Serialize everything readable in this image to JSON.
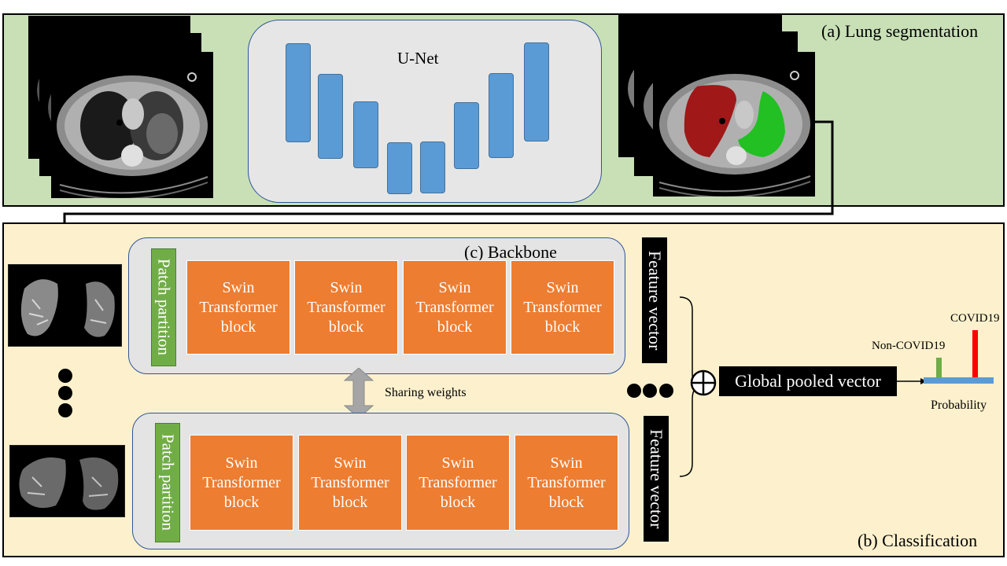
{
  "panels": {
    "segmentation": "(a)  Lung segmentation",
    "classification": "(b) Classification",
    "backbone": "(c) Backbone"
  },
  "unet": {
    "label": "U-Net"
  },
  "blocks": {
    "patch_partition": "Patch partition",
    "swin_block": "Swin\nTransformer\nblock",
    "feature_vector": "Feature vector"
  },
  "labels": {
    "sharing_weights": "Sharing weights",
    "global_pooled": "Global pooled vector",
    "non_covid": "Non-COVID19",
    "covid": "COVID19",
    "probability": "Probability"
  },
  "colors": {
    "panel_a_bg": "#c9e0b7",
    "panel_b_bg": "#fdf1cd",
    "unet_bar": "#5b9bd5",
    "swin_block": "#ed7d31",
    "patch_partition": "#70ad47",
    "non_covid_bar": "#70ad47",
    "covid_bar": "#ff0000",
    "left_lung_mask": "#c00000",
    "right_lung_mask": "#22c022"
  },
  "icons": [
    "ct-scan-stack",
    "masked-lung-slice",
    "ellipsis-dots",
    "double-arrow-icon",
    "direct-sum-icon",
    "curly-brace",
    "arrow"
  ]
}
